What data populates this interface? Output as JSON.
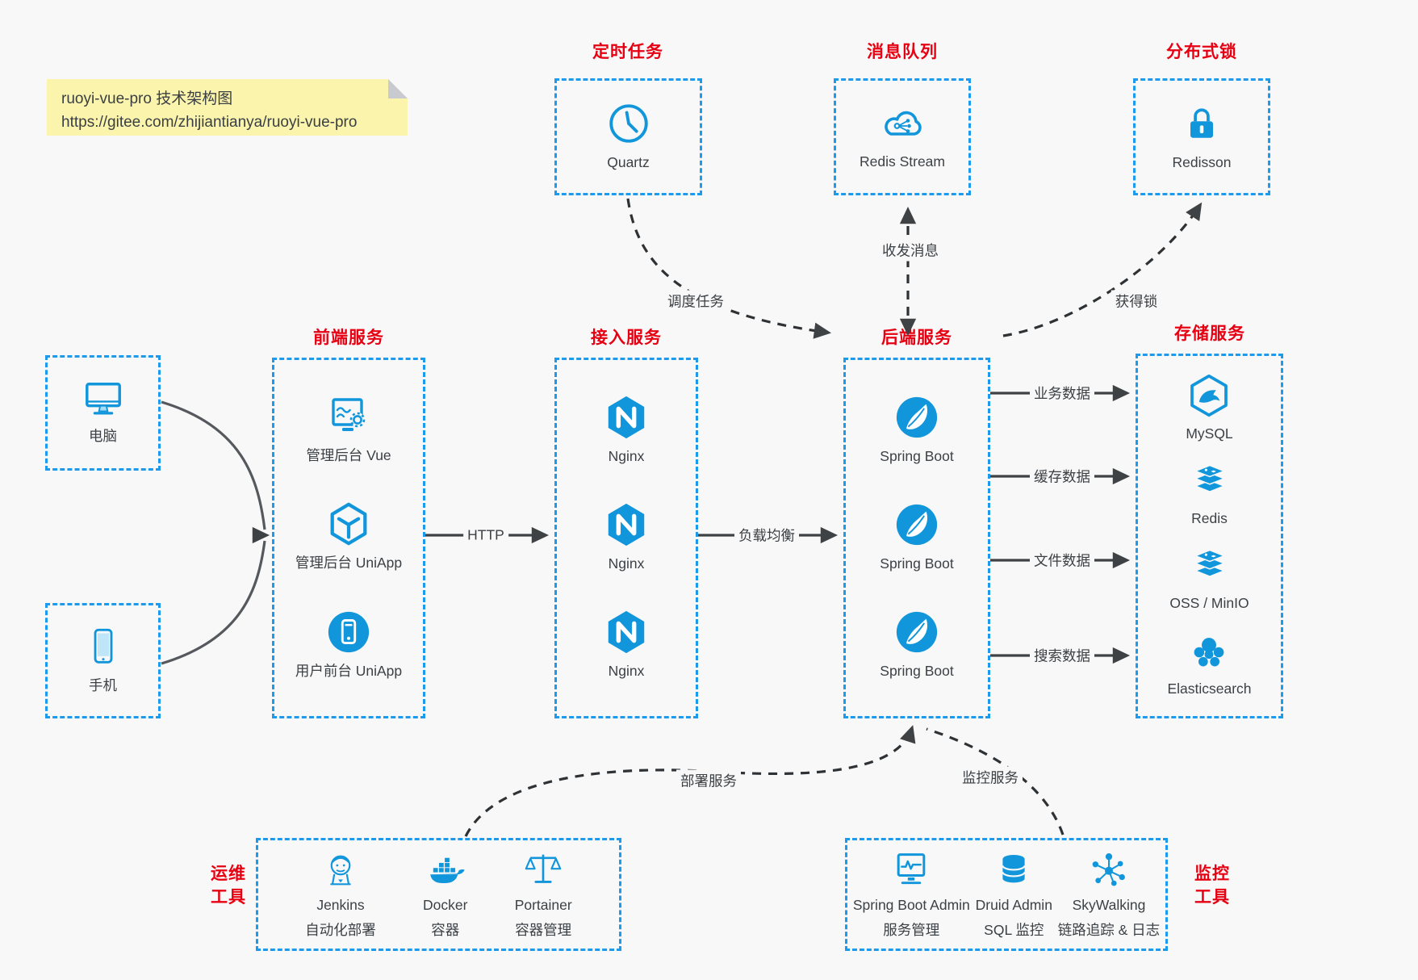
{
  "note": {
    "title": "ruoyi-vue-pro 技术架构图",
    "url": "https://gitee.com/zhijiantianya/ruoyi-vue-pro"
  },
  "colors": {
    "icon_blue": "#1296db",
    "border_blue": "#1b9aee",
    "title_red": "#e60012",
    "arrow_dark": "#3f4245",
    "note_bg": "#fbf4ad",
    "page_bg": "#f8f8f8"
  },
  "top_groups": [
    {
      "title": "定时任务",
      "icon": "clock-icon",
      "label": "Quartz"
    },
    {
      "title": "消息队列",
      "icon": "cloud-stream-icon",
      "label": "Redis Stream"
    },
    {
      "title": "分布式锁",
      "icon": "lock-icon",
      "label": "Redisson"
    }
  ],
  "clients": [
    {
      "icon": "desktop-icon",
      "label": "电脑"
    },
    {
      "icon": "mobile-icon",
      "label": "手机"
    }
  ],
  "columns": [
    {
      "title": "前端服务",
      "items": [
        {
          "icon": "admin-vue-icon",
          "label": "管理后台 Vue"
        },
        {
          "icon": "uniapp-cube-icon",
          "label": "管理后台 UniApp"
        },
        {
          "icon": "user-app-icon",
          "label": "用户前台 UniApp"
        }
      ]
    },
    {
      "title": "接入服务",
      "items": [
        {
          "icon": "nginx-icon",
          "label": "Nginx"
        },
        {
          "icon": "nginx-icon",
          "label": "Nginx"
        },
        {
          "icon": "nginx-icon",
          "label": "Nginx"
        }
      ]
    },
    {
      "title": "后端服务",
      "items": [
        {
          "icon": "spring-boot-icon",
          "label": "Spring Boot"
        },
        {
          "icon": "spring-boot-icon",
          "label": "Spring Boot"
        },
        {
          "icon": "spring-boot-icon",
          "label": "Spring Boot"
        }
      ]
    },
    {
      "title": "存储服务",
      "items": [
        {
          "icon": "mysql-icon",
          "label": "MySQL"
        },
        {
          "icon": "redis-icon",
          "label": "Redis"
        },
        {
          "icon": "storage-stack-icon",
          "label": "OSS / MinIO"
        },
        {
          "icon": "elasticsearch-icon",
          "label": "Elasticsearch"
        }
      ]
    }
  ],
  "bottom_groups": [
    {
      "title": "运维工具",
      "items": [
        {
          "icon": "jenkins-icon",
          "label": "Jenkins",
          "sublabel": "自动化部署"
        },
        {
          "icon": "docker-icon",
          "label": "Docker",
          "sublabel": "容器"
        },
        {
          "icon": "portainer-icon",
          "label": "Portainer",
          "sublabel": "容器管理"
        }
      ]
    },
    {
      "title": "监控工具",
      "items": [
        {
          "icon": "spring-boot-admin-icon",
          "label": "Spring Boot Admin",
          "sublabel": "服务管理"
        },
        {
          "icon": "druid-icon",
          "label": "Druid Admin",
          "sublabel": "SQL 监控"
        },
        {
          "icon": "skywalking-icon",
          "label": "SkyWalking",
          "sublabel": "链路追踪 & 日志"
        }
      ]
    }
  ],
  "edges": {
    "http": "HTTP",
    "load_balance": "负载均衡",
    "business_data": "业务数据",
    "cache_data": "缓存数据",
    "file_data": "文件数据",
    "search_data": "搜索数据",
    "schedule_task": "调度任务",
    "send_receive_msg": "收发消息",
    "acquire_lock": "获得锁",
    "deploy_service": "部署服务",
    "monitor_service": "监控服务"
  }
}
